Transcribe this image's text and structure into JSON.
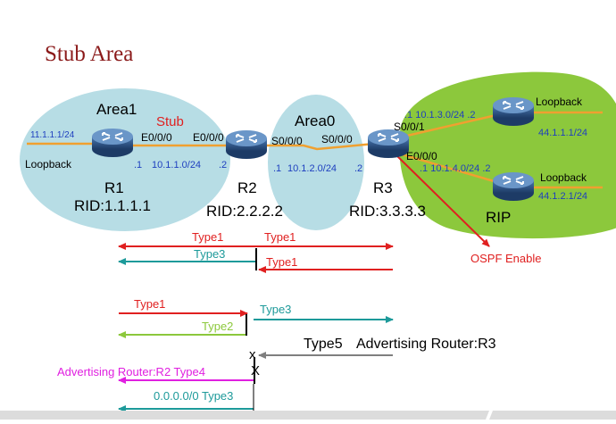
{
  "title": "Stub Area",
  "colors": {
    "title": "#8b1a1a",
    "area_fill": "#b7dde5",
    "rip_fill": "#8cc83c",
    "link": "#f0a030",
    "blue_text": "#1e3fbf",
    "red": "#e02020",
    "teal": "#1d9a9a",
    "green": "#8cc83c",
    "gray": "#7f7f7f",
    "magenta": "#e020e0",
    "footer": "#dcdcdc"
  },
  "areas": {
    "area1": "Area1",
    "area0": "Area0",
    "rip": "RIP",
    "stub": "Stub"
  },
  "routers": [
    {
      "name": "R1",
      "rid": "RID:1.1.1.1"
    },
    {
      "name": "R2",
      "rid": "RID:2.2.2.2"
    },
    {
      "name": "R3",
      "rid": "RID:3.3.3.3"
    },
    {
      "name": "",
      "rid": ""
    },
    {
      "name": "",
      "rid": ""
    }
  ],
  "labels": {
    "r1_loopback_ip": "11.1.1.1/24",
    "r1_loopback": "Loopback",
    "r1_e0": "E0/0/0",
    "r2_e0": "E0/0/0",
    "net_12_r1_host": ".1",
    "net_12": "10.1.1.0/24",
    "net_12_r2_host": ".2",
    "r2_s0": "S0/0/0",
    "r3_s0": "S0/0/0",
    "net_23_r2_host": ".1",
    "net_23": "10.1.2.0/24",
    "net_23_r3_host": ".2",
    "r3_s1": "S0/0/1",
    "net_13": ".1 10.1.3.0/24 .2",
    "r3_e0": "E0/0/0",
    "net_14": ".1 10.1.4.0/24 .2",
    "rip1_loopback": "Loopback",
    "rip1_ip": "44.1.1.1/24",
    "rip2_loopback": "Loopback",
    "rip2_ip": "44.1.2.1/24",
    "ospf_enable": "OSPF Enable"
  },
  "lsa": {
    "row1_left_type1": "Type1",
    "row1_left_type3": "Type3",
    "row1_right_type1": "Type1",
    "row1_back_type1": "Type1",
    "row2_type1": "Type1",
    "row2_type2": "Type2",
    "row2_type3": "Type3",
    "type5": "Type5",
    "adv_r3": "Advertising Router:R3",
    "adv_r2_type4": "Advertising Router:R2 Type4",
    "default_type3": "0.0.0.0/0 Type3",
    "block1": "x",
    "block2": "X"
  }
}
